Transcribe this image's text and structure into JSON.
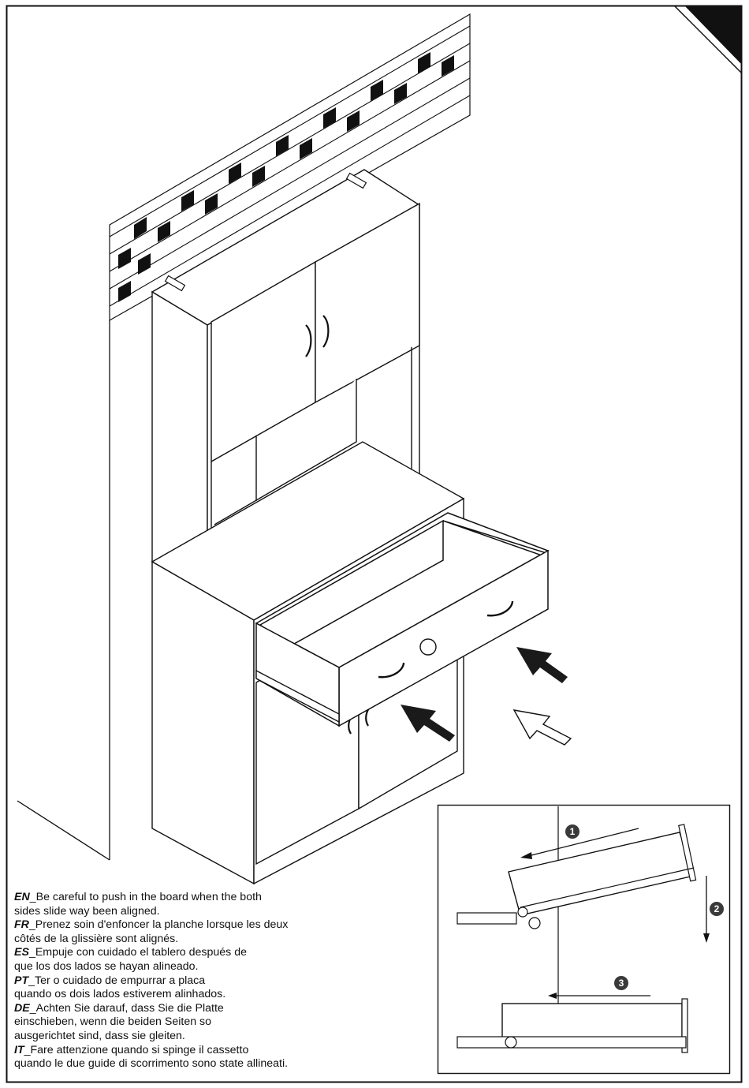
{
  "page": {
    "instructions": [
      {
        "code": "EN",
        "lines": [
          "_Be careful to push in the board when the both",
          "sides slide way been aligned."
        ]
      },
      {
        "code": "FR",
        "lines": [
          "_Prenez soin d'enfoncer la planche lorsque les deux",
          "côtés de la glissière sont alignés."
        ]
      },
      {
        "code": "ES",
        "lines": [
          "_Empuje con cuidado el tablero después de",
          "que los dos lados se hayan alineado."
        ]
      },
      {
        "code": "PT",
        "lines": [
          "_Ter o cuidado de empurrar a placa",
          "quando os dois lados estiverem alinhados."
        ]
      },
      {
        "code": "DE",
        "lines": [
          "_Achten Sie darauf, dass Sie die Platte",
          "einschieben, wenn die beiden Seiten so",
          "ausgerichtet sind, dass sie gleiten."
        ]
      },
      {
        "code": "IT",
        "lines": [
          "_Fare attenzione quando si spinge il cassetto",
          " quando le due guide di scorrimento sono state allineati."
        ]
      }
    ],
    "inset_steps": [
      "1",
      "2",
      "3"
    ],
    "colors": {
      "line": "#111111",
      "arrow_fill": "#1a1a1a",
      "step_badge": "#3a3a3a"
    }
  }
}
